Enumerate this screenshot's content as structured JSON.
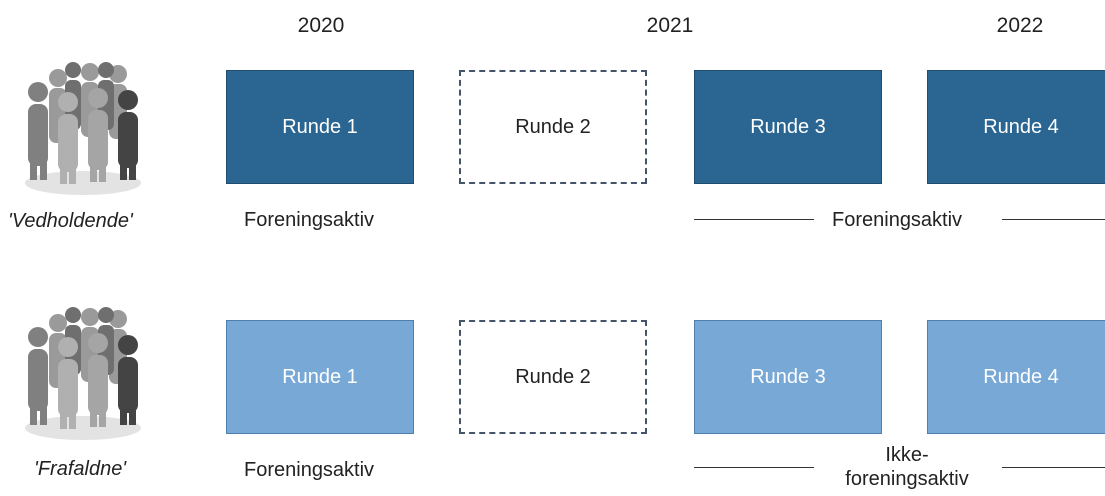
{
  "years": [
    "2020",
    "2021",
    "2022"
  ],
  "groups": [
    {
      "label": "'Vedholdende'",
      "rounds": [
        "Runde 1",
        "Runde 2",
        "Runde 3",
        "Runde 4"
      ],
      "status_left": "Foreningsaktiv",
      "status_right": "Foreningsaktiv",
      "color": "#2a6691"
    },
    {
      "label": "'Frafaldne'",
      "rounds": [
        "Runde 1",
        "Runde 2",
        "Runde 3",
        "Runde 4"
      ],
      "status_left": "Foreningsaktiv",
      "status_right_line1": "Ikke-",
      "status_right_line2": "foreningsaktiv",
      "color": "#77a8d6"
    }
  ],
  "icons": {
    "people": "people-group-icon"
  },
  "colors": {
    "dark": "#2a6691",
    "light": "#77a8d6",
    "dashed": "#44546a"
  }
}
